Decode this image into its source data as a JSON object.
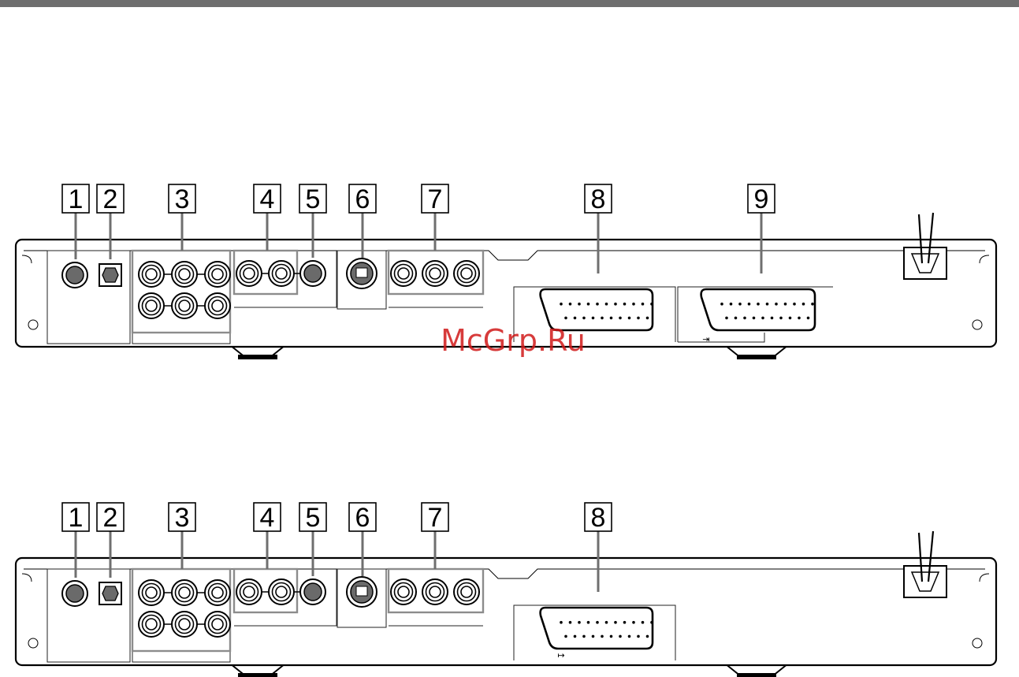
{
  "watermark": "McGrp.Ru",
  "panels": [
    {
      "id": "top",
      "callouts": [
        "1",
        "2",
        "3",
        "4",
        "5",
        "6",
        "7",
        "8",
        "9"
      ]
    },
    {
      "id": "bottom",
      "callouts": [
        "1",
        "2",
        "3",
        "4",
        "5",
        "6",
        "7",
        "8"
      ]
    }
  ]
}
